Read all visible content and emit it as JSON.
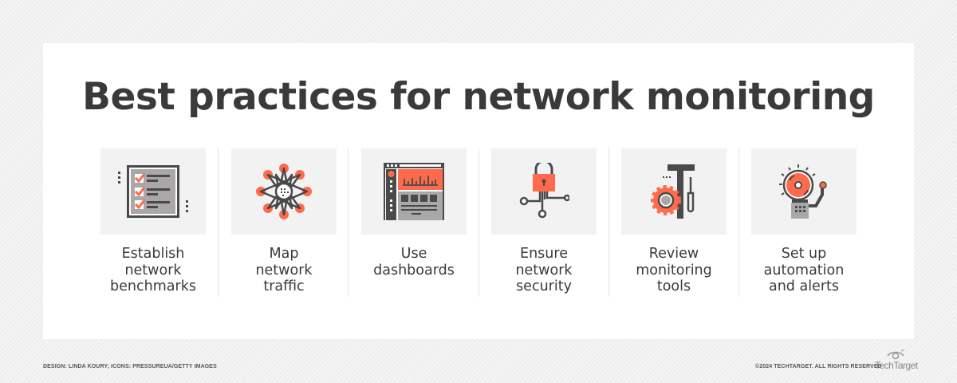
{
  "title": "Best practices for network monitoring",
  "steps": [
    {
      "label": [
        "Establish",
        "network",
        "benchmarks"
      ],
      "icon": "checklist-icon"
    },
    {
      "label": [
        "Map",
        "network",
        "traffic"
      ],
      "icon": "network-star-icon"
    },
    {
      "label": [
        "Use",
        "dashboards"
      ],
      "icon": "dashboard-icon"
    },
    {
      "label": [
        "Ensure",
        "network",
        "security"
      ],
      "icon": "padlock-circuit-icon"
    },
    {
      "label": [
        "Review",
        "monitoring",
        "tools"
      ],
      "icon": "gear-tools-icon"
    },
    {
      "label": [
        "Set up",
        "automation",
        "and alerts"
      ],
      "icon": "alarm-bell-icon"
    }
  ],
  "footer": {
    "credit": "DESIGN: LINDA KOURY; ICONS: PRESSUREUA/GETTY IMAGES",
    "copyright": "©2024 TECHTARGET. ALL RIGHTS RESERVED",
    "logo": "TechTarget"
  },
  "colors": {
    "accent": "#ff6a4d",
    "dark": "#4a4a4a",
    "tile": "#f2f2f2"
  }
}
